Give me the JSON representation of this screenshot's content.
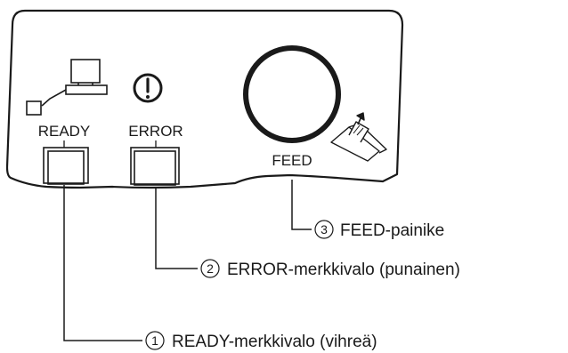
{
  "panel": {
    "indicators": [
      {
        "id": "ready",
        "label": "READY"
      },
      {
        "id": "error",
        "label": "ERROR",
        "symbol": "!"
      }
    ],
    "feed_label": "FEED"
  },
  "callouts": [
    {
      "number": "1",
      "text": "READY-merkkivalo (vihreä)"
    },
    {
      "number": "2",
      "text": "ERROR-merkkivalo (punainen)"
    },
    {
      "number": "3",
      "text": "FEED-painike"
    }
  ],
  "colors": {
    "stroke": "#1a1a1a",
    "panel_fill": "#ffffff",
    "background": "#ffffff"
  },
  "icons": [
    "computer-icon",
    "exclamation-icon",
    "paper-feed-icon"
  ]
}
